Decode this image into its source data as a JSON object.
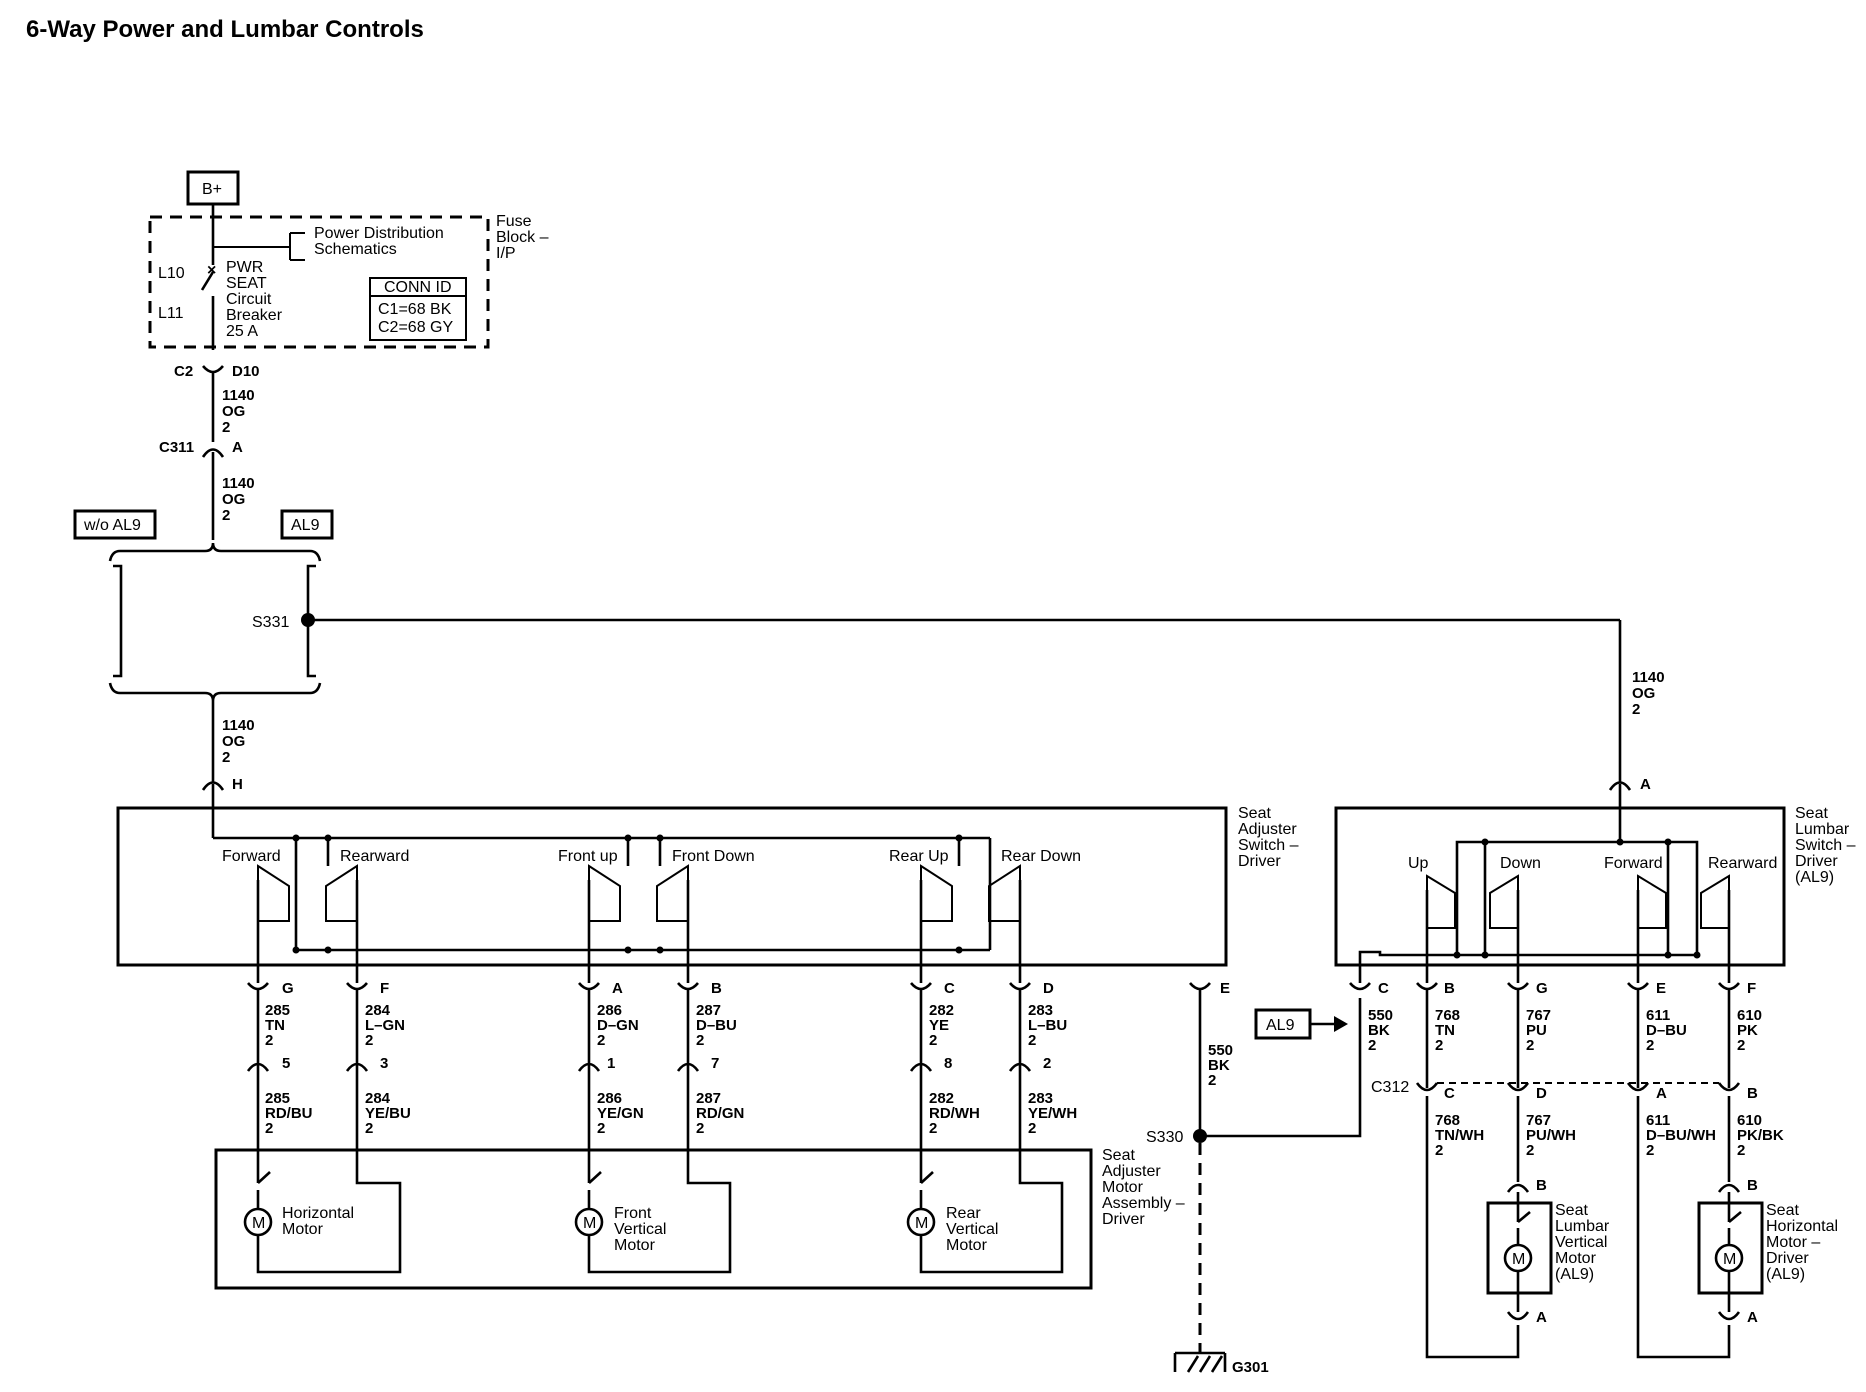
{
  "title": "6-Way Power and Lumbar Controls",
  "labels": {
    "battery": "B+",
    "fuse_block": [
      "Fuse",
      "Block –",
      "I/P"
    ],
    "power_dist": [
      "Power Distribution",
      "Schematics"
    ],
    "l10": "L10",
    "l11": "L11",
    "breaker": [
      "PWR",
      "SEAT",
      "Circuit",
      "Breaker",
      "25 A"
    ],
    "conn_id_header": "CONN ID",
    "conn_id_lines": [
      "C1=68 BK",
      "C2=68 GY"
    ],
    "c2": "C2",
    "d10": "D10",
    "wire_1140": [
      "1140",
      "OG",
      "2"
    ],
    "c311": "C311",
    "pin_a": "A",
    "wo_al9": "w/o AL9",
    "al9": "AL9",
    "s331": "S331",
    "pin_h": "H",
    "seat_adjuster_switch": [
      "Seat",
      "Adjuster",
      "Switch –",
      "Driver"
    ],
    "switch_labels": [
      "Forward",
      "Rearward",
      "Front up",
      "Front Down",
      "Rear Up",
      "Rear Down"
    ],
    "pins_top": [
      "G",
      "F",
      "A",
      "B",
      "C",
      "D",
      "E"
    ],
    "wires_top": [
      [
        "285",
        "TN",
        "2"
      ],
      [
        "284",
        "L–GN",
        "2"
      ],
      [
        "286",
        "D–GN",
        "2"
      ],
      [
        "287",
        "D–BU",
        "2"
      ],
      [
        "282",
        "YE",
        "2"
      ],
      [
        "283",
        "L–BU",
        "2"
      ]
    ],
    "pins_mid": [
      "5",
      "3",
      "1",
      "7",
      "8",
      "2"
    ],
    "wires_bottom": [
      [
        "285",
        "RD/BU",
        "2"
      ],
      [
        "284",
        "YE/BU",
        "2"
      ],
      [
        "286",
        "YE/GN",
        "2"
      ],
      [
        "287",
        "RD/GN",
        "2"
      ],
      [
        "282",
        "RD/WH",
        "2"
      ],
      [
        "283",
        "YE/WH",
        "2"
      ]
    ],
    "wire_550": [
      "550",
      "BK",
      "2"
    ],
    "s330": "S330",
    "g301": "G301",
    "motor_assembly": [
      "Seat",
      "Adjuster",
      "Motor",
      "Assembly –",
      "Driver"
    ],
    "motor_letter": "M",
    "motor_names": [
      [
        "Horizontal",
        "Motor"
      ],
      [
        "Front",
        "Vertical",
        "Motor"
      ],
      [
        "Rear",
        "Vertical",
        "Motor"
      ]
    ],
    "lumbar_switch": [
      "Seat",
      "Lumbar",
      "Switch –",
      "Driver",
      "(AL9)"
    ],
    "lumbar_labels": [
      "Up",
      "Down",
      "Forward",
      "Rearward"
    ],
    "lumbar_pins": [
      "C",
      "B",
      "G",
      "E",
      "F"
    ],
    "lumbar_wires_top": [
      [
        "550",
        "BK",
        "2"
      ],
      [
        "768",
        "TN",
        "2"
      ],
      [
        "767",
        "PU",
        "2"
      ],
      [
        "611",
        "D–BU",
        "2"
      ],
      [
        "610",
        "PK",
        "2"
      ]
    ],
    "c312": "C312",
    "c312_pins": [
      "C",
      "D",
      "A",
      "B"
    ],
    "lumbar_wires_bottom": [
      [
        "768",
        "TN/WH",
        "2"
      ],
      [
        "767",
        "PU/WH",
        "2"
      ],
      [
        "611",
        "D–BU/WH",
        "2"
      ],
      [
        "610",
        "PK/BK",
        "2"
      ]
    ],
    "motor_pins": [
      "B",
      "A"
    ],
    "lumbar_motor_1": [
      "Seat",
      "Lumbar",
      "Vertical",
      "Motor",
      "(AL9)"
    ],
    "lumbar_motor_2": [
      "Seat",
      "Horizontal",
      "Motor –",
      "Driver",
      "(AL9)"
    ],
    "wire_1140_right": [
      "1140",
      "OG",
      "2"
    ]
  }
}
